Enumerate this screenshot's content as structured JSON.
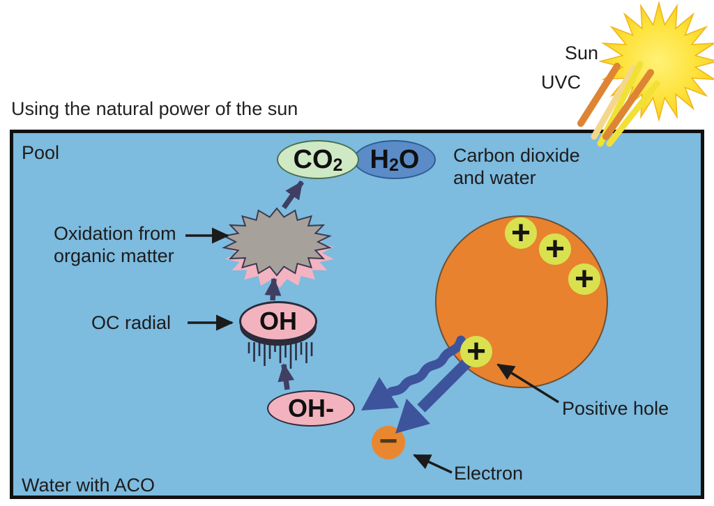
{
  "title": "Using the natural power of the sun",
  "sun": {
    "label": "Sun",
    "uvc_label": "UVC"
  },
  "pool": {
    "top_label": "Pool",
    "bottom_label": "Water with ACO"
  },
  "process": {
    "co2": {
      "pre": "CO",
      "sub": "2"
    },
    "h2o": {
      "pre": "H",
      "sub": "2",
      "post": "O"
    },
    "products_caption": {
      "line1": "Carbon dioxide",
      "line2": "and water"
    },
    "oxidation_caption": {
      "line1": "Oxidation from",
      "line2": "organic matter"
    },
    "oh_radical": {
      "text": "OH",
      "caption": "OC radial"
    },
    "hydroxide": {
      "text": "OH-"
    },
    "positive_hole": {
      "symbol": "+",
      "caption": "Positive hole"
    },
    "electron": {
      "symbol": "−",
      "caption": "Electron"
    }
  },
  "colors": {
    "pool_water": "#7dbbdf",
    "pool_border": "#101010",
    "semiconductor_orange": "#e8822e",
    "charge_badge_green": "#d9e14f",
    "hydroxyl_pink": "#f2b3bf",
    "co2_green": "#cfe9c4",
    "h2o_blue": "#5b8cc8",
    "organic_matter_gray": "#a7a19b",
    "organic_shadow_pink": "#f4b3c1",
    "arrow_navy": "#3f3f63",
    "arrow_blue": "#3d539c",
    "label_arrow_black": "#1b1b1b",
    "sun_yellow": "#fde23a",
    "ray_orange": "#dd8535",
    "ray_cream": "#f4d78c",
    "ray_yellow": "#f1e136"
  }
}
